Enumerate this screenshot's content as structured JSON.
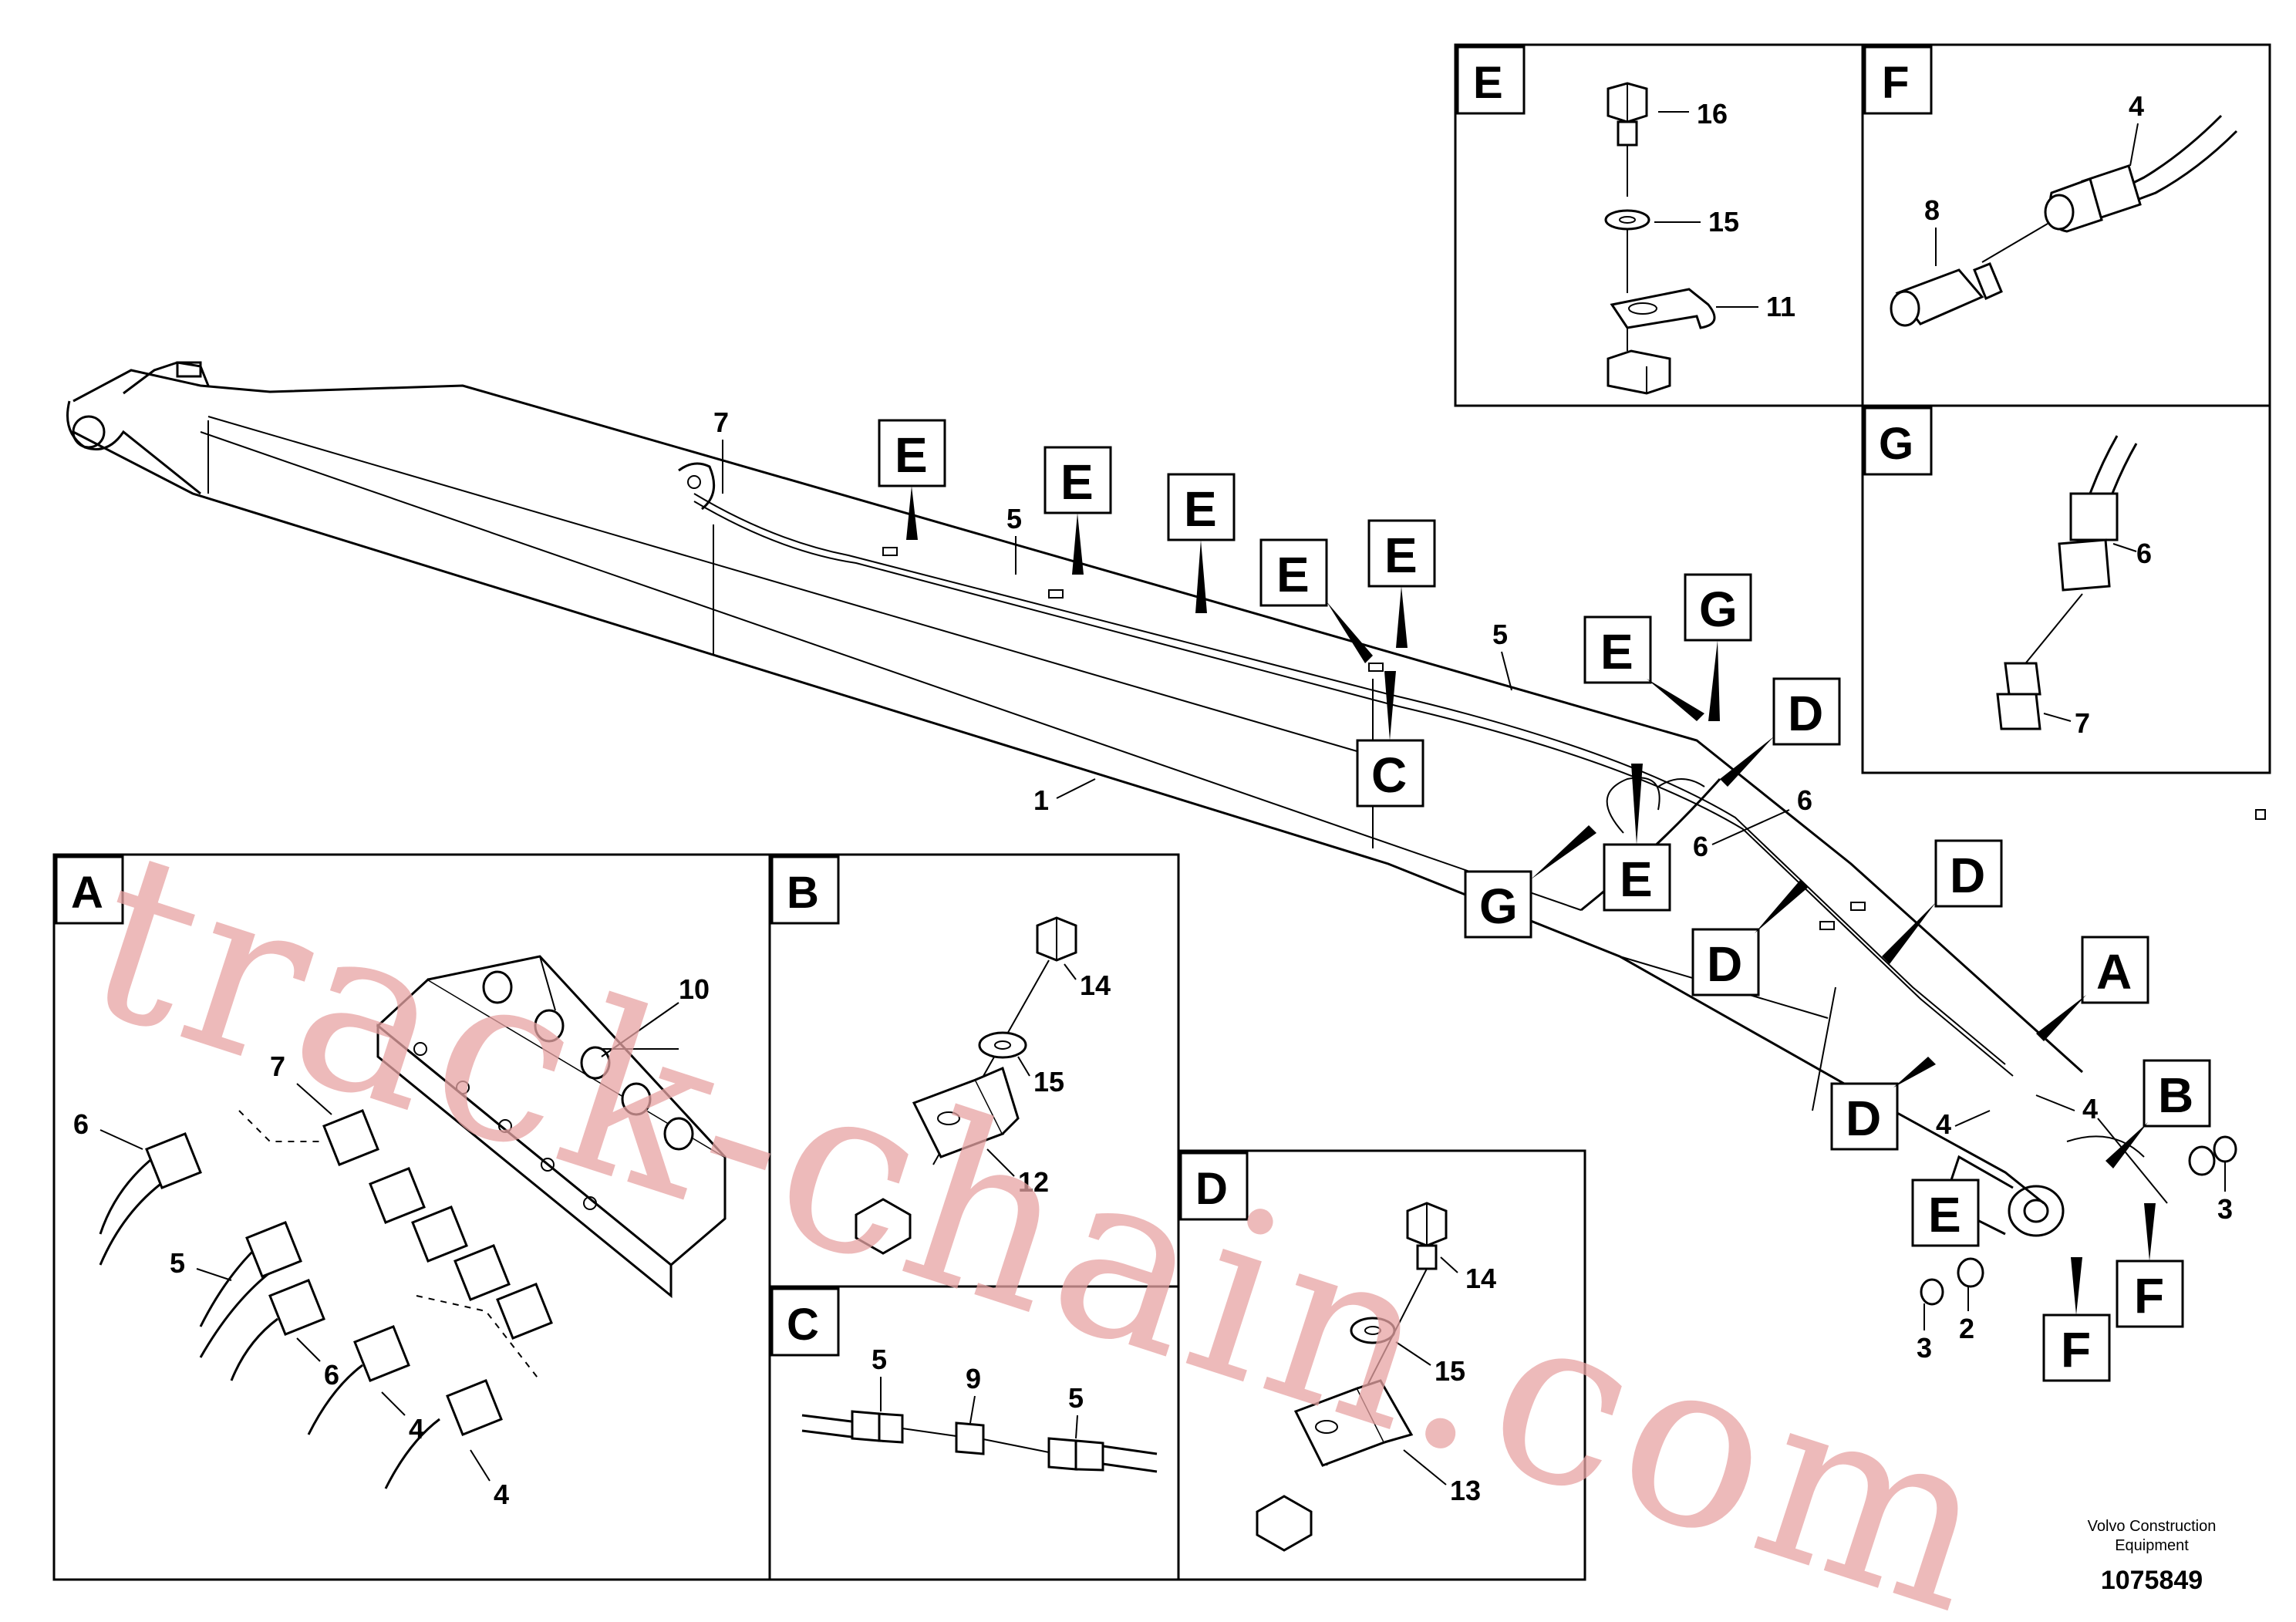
{
  "watermark": "track-chain.com",
  "footer": {
    "brand_line1": "Volvo Construction",
    "brand_line2": "Equipment",
    "drawing_number": "1075849"
  },
  "panels": {
    "A": {
      "letter": "A",
      "labels": [
        "10",
        "7",
        "6",
        "5",
        "6",
        "4",
        "4"
      ]
    },
    "B": {
      "letter": "B",
      "labels": [
        "14",
        "15",
        "12"
      ]
    },
    "C": {
      "letter": "C",
      "labels": [
        "5",
        "9",
        "5"
      ]
    },
    "D": {
      "letter": "D",
      "labels": [
        "14",
        "15",
        "13"
      ]
    },
    "E": {
      "letter": "E",
      "labels": [
        "16",
        "15",
        "11"
      ]
    },
    "F": {
      "letter": "F",
      "labels": [
        "4",
        "8"
      ]
    },
    "G": {
      "letter": "G",
      "labels": [
        "6",
        "7"
      ]
    }
  },
  "main": {
    "part_numbers": [
      "7",
      "5",
      "5",
      "1",
      "6",
      "6",
      "4",
      "4",
      "3",
      "3",
      "2"
    ],
    "callouts": [
      "E",
      "E",
      "E",
      "E",
      "E",
      "C",
      "E",
      "G",
      "D",
      "G",
      "E",
      "D",
      "D",
      "D",
      "A",
      "B",
      "E",
      "F",
      "F"
    ]
  },
  "icons": [
    "boom-drawing",
    "hose-fitting-icon",
    "bolt-icon",
    "washer-icon",
    "clamp-icon",
    "nut-block-icon"
  ]
}
